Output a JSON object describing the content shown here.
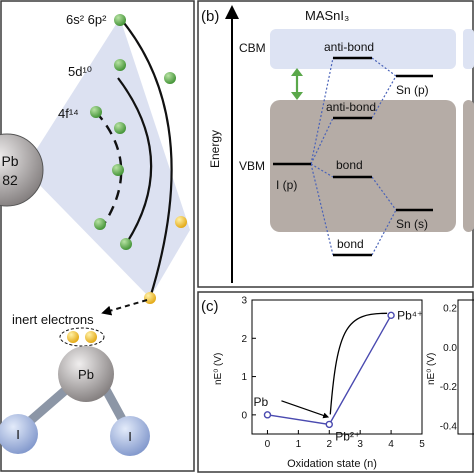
{
  "left_panel": {
    "atom_symbol": "Pb",
    "atom_number": "82",
    "orbital_6s6p": "6s² 6p²",
    "orbital_5d": "5d¹⁰",
    "orbital_4f": "4f¹⁴",
    "inert_label": "inert electrons",
    "molecule_center": "Pb",
    "molecule_left": "I",
    "molecule_right": "I"
  },
  "panel_b": {
    "tag": "(b)",
    "title": "MASnI₃",
    "axis_label": "Energy",
    "cbm": "CBM",
    "vbm": "VBM",
    "antibond_top": "anti-bond",
    "antibond_mid": "anti-bond",
    "bond_mid": "bond",
    "bond_bottom": "bond",
    "i_p": "I (p)",
    "sn_p": "Sn (p)",
    "sn_s": "Sn (s)"
  },
  "panel_c": {
    "tag": "(c)",
    "ylabel": "nE⁰ (V)",
    "xlabel": "Oxidation state (n)",
    "label_pb": "Pb",
    "label_pb2": "Pb²⁺",
    "label_pb4": "Pb⁴⁺",
    "right_ylabel": "nE⁰ (V)"
  },
  "chart_data": {
    "type": "line",
    "xlabel": "Oxidation state (n)",
    "ylabel": "nE⁰ (V)",
    "xlim": [
      -0.5,
      5
    ],
    "ylim": [
      -0.5,
      3
    ],
    "x_ticks": [
      "0",
      "1",
      "2",
      "3",
      "4",
      "5"
    ],
    "y_ticks": [
      "3",
      "2",
      "1",
      "0"
    ],
    "x": [
      0,
      2,
      4
    ],
    "values": [
      0,
      -0.25,
      2.6
    ],
    "point_labels": [
      "Pb",
      "Pb²⁺",
      "Pb⁴⁺"
    ],
    "right_partial_y_ticks": [
      "0.2",
      "0.0",
      "-0.2",
      "-0.4"
    ]
  },
  "colors": {
    "panel_border": "#3a3a3a",
    "cbm_band": "#dde3f3",
    "vbm_band": "#b5aca6",
    "fan": "#d6dcef",
    "green": "#5aa84a",
    "yellow": "#f2c12e",
    "series": "#4a4ab0",
    "dotted": "#4a63b8"
  }
}
